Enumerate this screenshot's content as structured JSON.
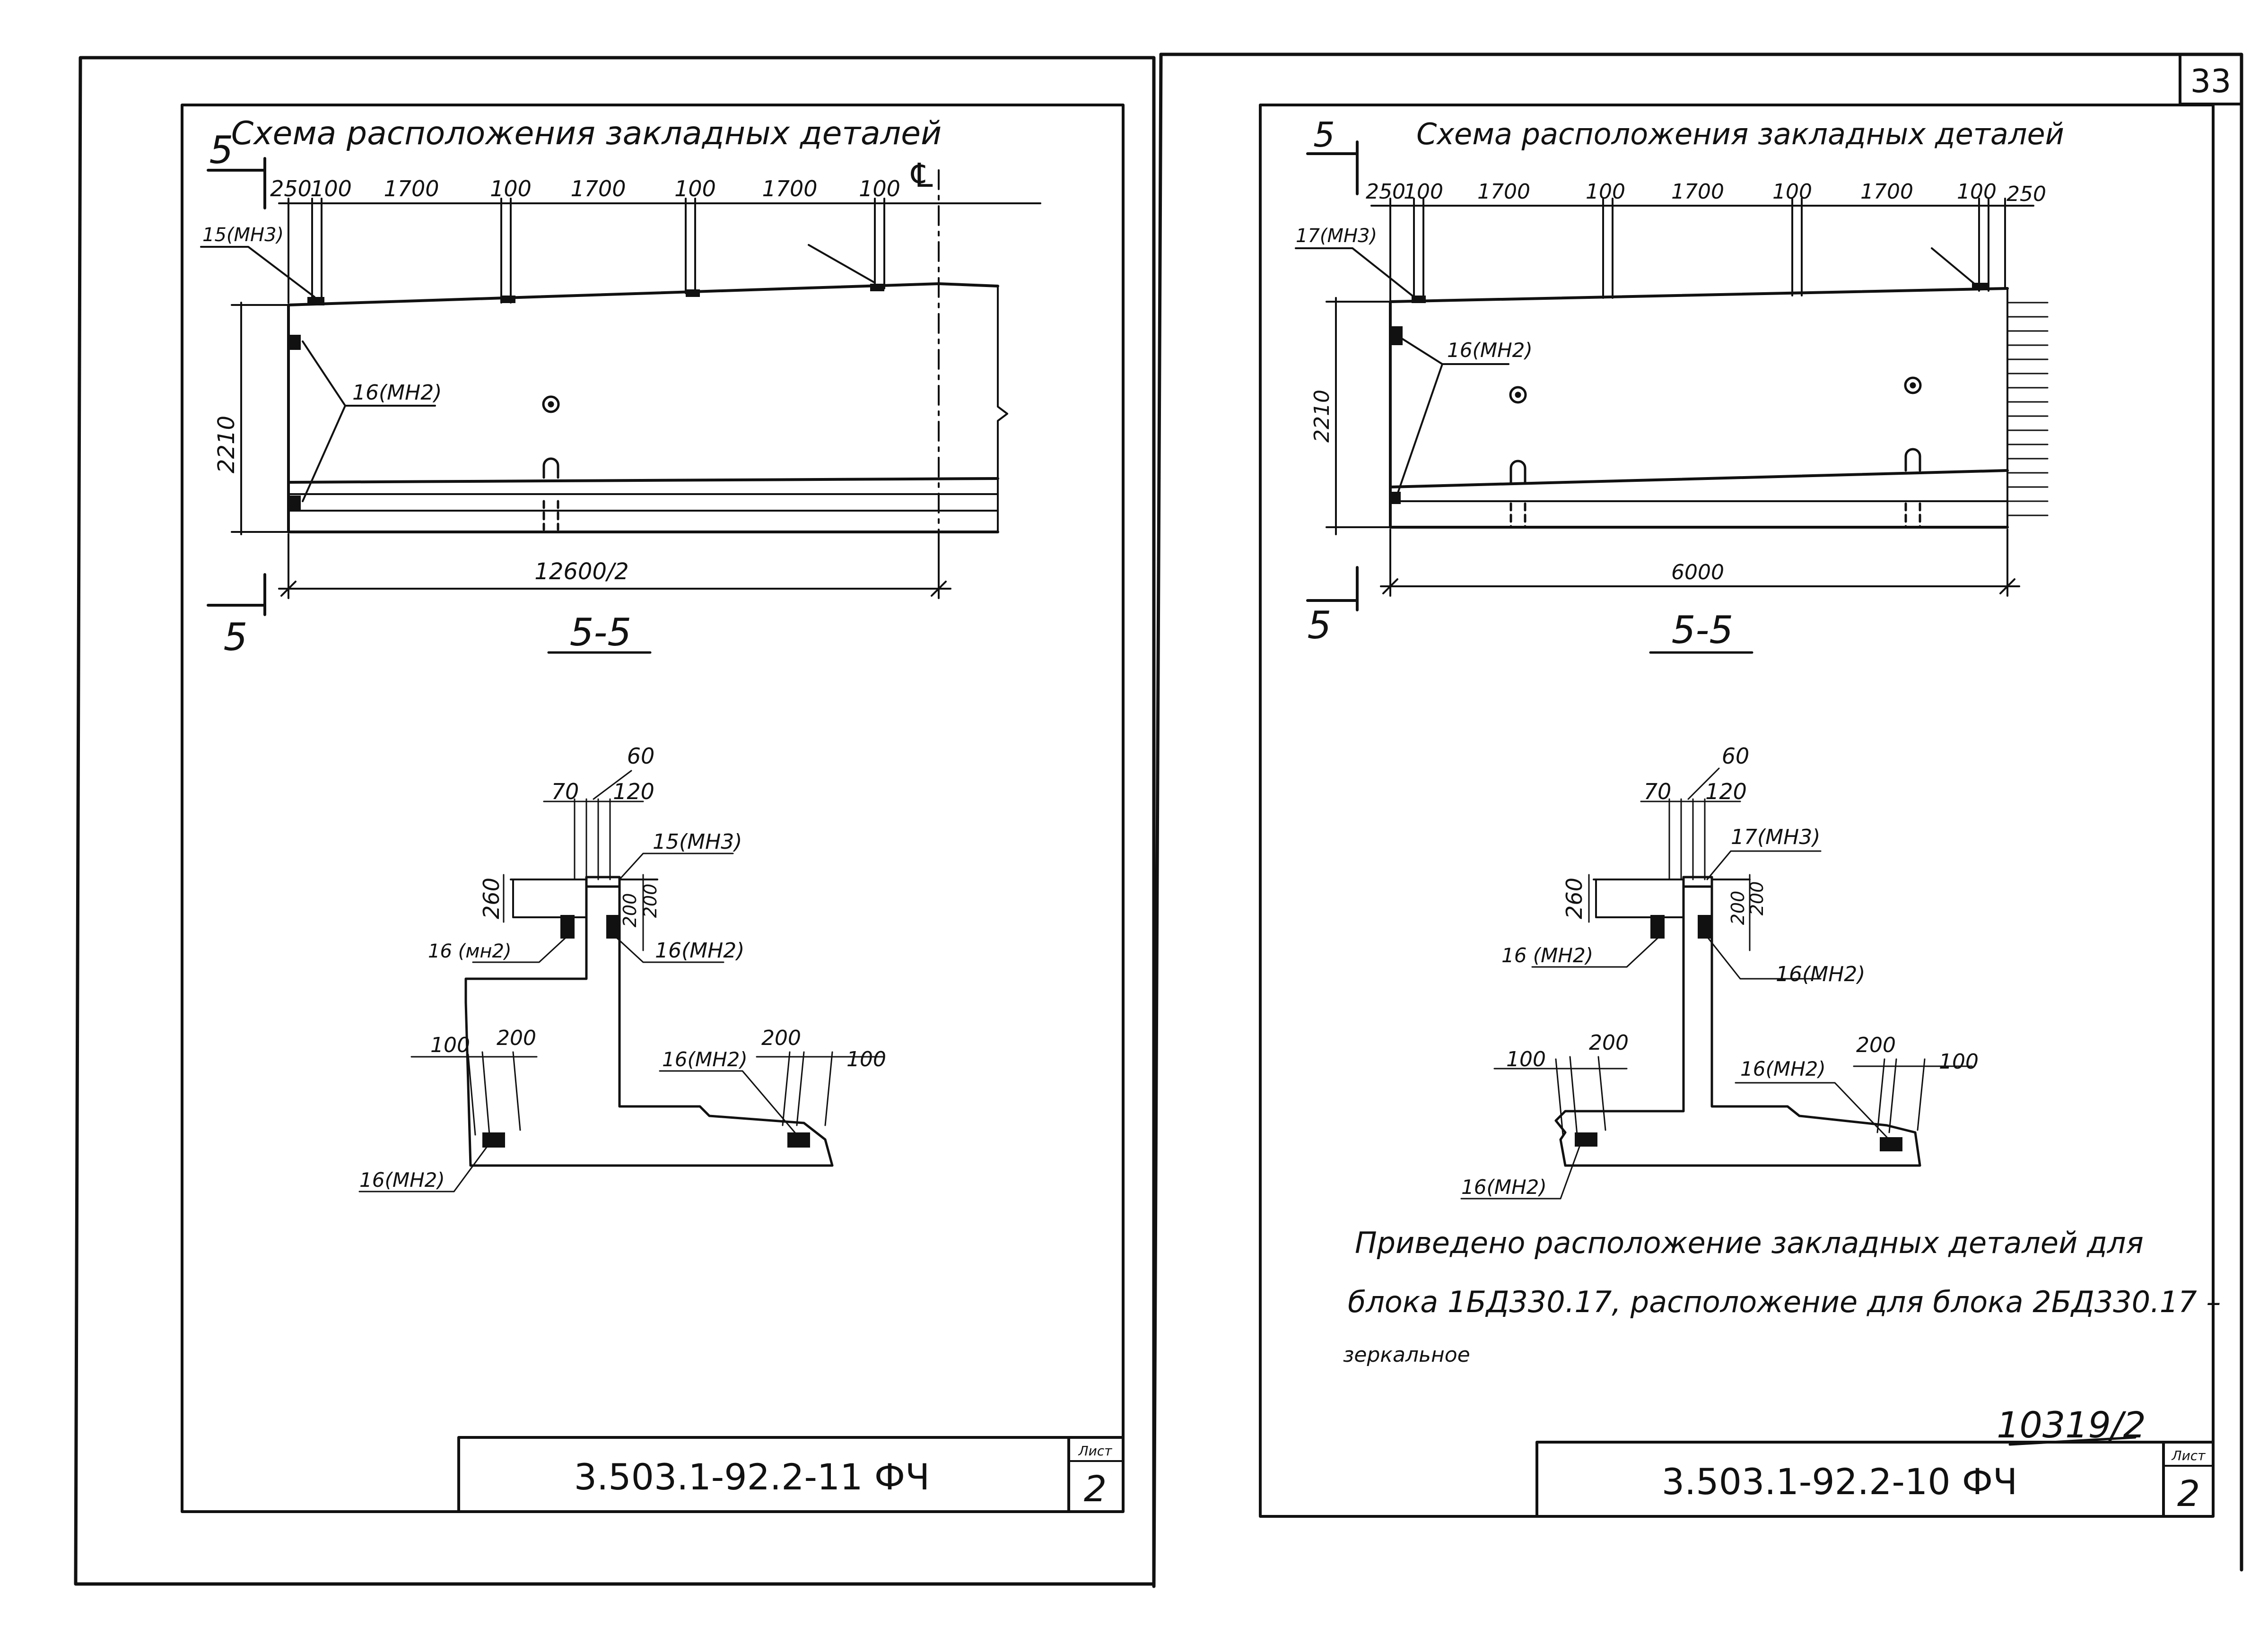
{
  "page_number": "33",
  "archive_number": "10319/2",
  "left_sheet": {
    "scheme_title": "Схема расположения закладных деталей",
    "section_mark": "5",
    "dims_top": [
      "250",
      "100",
      "1700",
      "100",
      "1700",
      "100",
      "1700",
      "100"
    ],
    "centerline_mark": "℄",
    "height_dim": "2210",
    "length_dim": "12600/2",
    "label_top_part": "15(МН3)",
    "label_side_parts": "16(МН2)",
    "section_title": "5-5",
    "sec_dim_60": "60",
    "sec_dim_70": "70",
    "sec_dim_120": "120",
    "sec_dim_260": "260",
    "sec_dim_200a": "200",
    "sec_dim_200b": "200",
    "sec_label_top": "15(МН3)",
    "sec_label_left": "16 (мн2)",
    "sec_label_right": "16(МН2)",
    "sec_dim_100_left": "100",
    "sec_dim_200_left": "200",
    "sec_dim_200_right": "200",
    "sec_dim_100_right": "100",
    "sec_label_flange_right": "16(МН2)",
    "sec_label_flange_left": "16(МН2)",
    "stamp_code": "3.503.1-92.2-11  ФЧ",
    "stamp_sheet_label": "Лист",
    "stamp_sheet_number": "2"
  },
  "right_sheet": {
    "scheme_title": "Схема расположения закладных деталей",
    "section_mark": "5",
    "dims_top": [
      "250",
      "100",
      "1700",
      "100",
      "1700",
      "100",
      "1700",
      "100",
      "250"
    ],
    "height_dim": "2210",
    "length_dim": "6000",
    "label_top_part": "17(МН3)",
    "label_side_parts": "16(МН2)",
    "section_title": "5-5",
    "sec_dim_60": "60",
    "sec_dim_70": "70",
    "sec_dim_120": "120",
    "sec_dim_260": "260",
    "sec_dim_200a": "200",
    "sec_dim_200b": "200",
    "sec_label_top": "17(МН3)",
    "sec_label_left": "16 (МН2)",
    "sec_label_right": "16(МН2)",
    "sec_dim_100_left": "100",
    "sec_dim_200_left": "200",
    "sec_dim_200_right": "200",
    "sec_dim_100_right": "100",
    "sec_label_flange_right": "16(МН2)",
    "sec_label_flange_left": "16(МН2)",
    "note_line1": "Приведено расположение закладных деталей для",
    "note_line2": "блока 1БД330.17, расположение для блока 2БД330.17 –",
    "note_line3": "зеркальное",
    "stamp_code": "3.503.1-92.2-10  ФЧ",
    "stamp_sheet_label": "Лист",
    "stamp_sheet_number": "2"
  }
}
